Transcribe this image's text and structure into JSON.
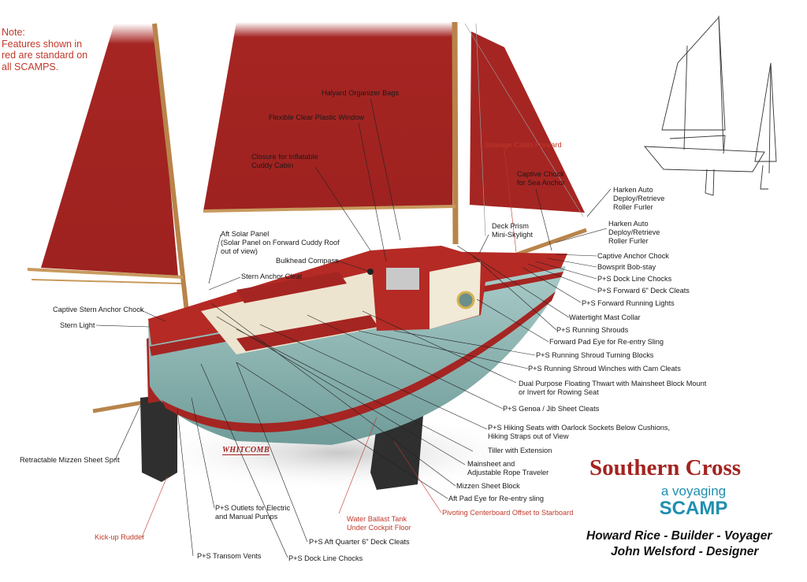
{
  "note": {
    "line1": "Note:",
    "line2": "Features shown in",
    "line3": "red are standard on",
    "line4": "all SCAMPS."
  },
  "title": {
    "main": "Southern Cross",
    "sub1": "a voyaging",
    "sub2": "SCAMP",
    "credit1": "Howard Rice -  Builder - Voyager",
    "credit2": "John Welsford - Designer"
  },
  "hull_mark": "WHITCOMB",
  "colors": {
    "sail": "#a52522",
    "hull_teal": "#8cb4b2",
    "deck": "#b52a25",
    "spar": "#b8844a",
    "label_red": "#c0392b",
    "title_red": "#a3231f",
    "title_blue": "#1f8fb0"
  },
  "labels": [
    {
      "id": "halyard-bags",
      "text": "Halyard Organizer Bags",
      "red": false
    },
    {
      "id": "clear-window",
      "text": "Flexible Clear Plastic Window",
      "red": false
    },
    {
      "id": "stowage-cabin",
      "text": "Stowage Cabin Forward",
      "red": true
    },
    {
      "id": "closure-cabin",
      "text": "Closure for Inflatable\nCuddy Cabin",
      "red": false
    },
    {
      "id": "captive-chock-sea",
      "text": "Captive Chock\nfor Sea Anchor",
      "red": false
    },
    {
      "id": "harken-1",
      "text": "Harken Auto\nDeploy/Retrieve\nRoller Furler",
      "red": false
    },
    {
      "id": "harken-2",
      "text": "Harken Auto\nDeploy/Retrieve\nRoller Furler",
      "red": false
    },
    {
      "id": "aft-solar",
      "text": "Aft Solar Panel\n(Solar Panel on Forward Cuddy Roof\nout of view)",
      "red": false
    },
    {
      "id": "deck-prism",
      "text": "Deck Prism\nMini-Skylight",
      "red": false
    },
    {
      "id": "bulkhead-compass",
      "text": "Bulkhead Compass",
      "red": false
    },
    {
      "id": "stern-anchor-cleat",
      "text": "Stern Anchor Cleat",
      "red": false
    },
    {
      "id": "captive-anchor-chock",
      "text": "Captive Anchor Chock",
      "red": false
    },
    {
      "id": "bowsprit-bobstay",
      "text": "Bowsprit Bob-stay",
      "red": false
    },
    {
      "id": "dock-line-chocks-fwd",
      "text": "P+S Dock Line Chocks",
      "red": false
    },
    {
      "id": "fwd-deck-cleats",
      "text": "P+S Forward 6\" Deck Cleats",
      "red": false
    },
    {
      "id": "captive-stern-chock",
      "text": "Captive Stern Anchor Chock",
      "red": false
    },
    {
      "id": "fwd-running-lights",
      "text": "P+S Forward Running Lights",
      "red": false
    },
    {
      "id": "stern-light",
      "text": "Stern Light",
      "red": false
    },
    {
      "id": "mast-collar",
      "text": "Watertight Mast Collar",
      "red": false
    },
    {
      "id": "running-shrouds",
      "text": "P+S Running Shrouds",
      "red": false
    },
    {
      "id": "fwd-pad-eye",
      "text": "Forward Pad Eye for Re-entry Sling",
      "red": false
    },
    {
      "id": "shroud-blocks",
      "text": "P+S Running Shroud Turning Blocks",
      "red": false
    },
    {
      "id": "shroud-winches",
      "text": "P+S Running Shroud Winches with Cam Cleats",
      "red": false
    },
    {
      "id": "thwart",
      "text": "Dual Purpose Floating Thwart with Mainsheet Block Mount\nor Invert for Rowing Seat",
      "red": false
    },
    {
      "id": "jib-cleats",
      "text": "P+S Genoa / Jib Sheet Cleats",
      "red": false
    },
    {
      "id": "hiking-seats",
      "text": "P+S Hiking Seats with Oarlock Sockets Below Cushions,\nHiking Straps out of View",
      "red": false
    },
    {
      "id": "tiller",
      "text": "Tiller with Extension",
      "red": false
    },
    {
      "id": "mainsheet",
      "text": "Mainsheet and\nAdjustable Rope Traveler",
      "red": false
    },
    {
      "id": "mizzen-block",
      "text": "Mizzen Sheet Block",
      "red": false
    },
    {
      "id": "aft-pad-eye",
      "text": "Aft Pad Eye for Re-entry sling",
      "red": false
    },
    {
      "id": "centerboard",
      "text": "Pivoting Centerboard Offset to Starboard",
      "red": true
    },
    {
      "id": "water-ballast",
      "text": "Water Ballast Tank\nUnder Cockpit Floor",
      "red": true
    },
    {
      "id": "mizzen-sprit",
      "text": "Retractable Mizzen Sheet Sprit",
      "red": false
    },
    {
      "id": "outlets",
      "text": "P+S Outlets for Electric\nand Manual Pumps",
      "red": false
    },
    {
      "id": "kickup-rudder",
      "text": "Kick-up Rudder",
      "red": true
    },
    {
      "id": "aft-deck-cleats",
      "text": "P+S Aft Quarter 6\" Deck Cleats",
      "red": false
    },
    {
      "id": "transom-vents",
      "text": "P+S Transom Vents",
      "red": false
    },
    {
      "id": "dock-line-chocks-aft",
      "text": "P+S Dock Line Chocks",
      "red": false
    }
  ]
}
